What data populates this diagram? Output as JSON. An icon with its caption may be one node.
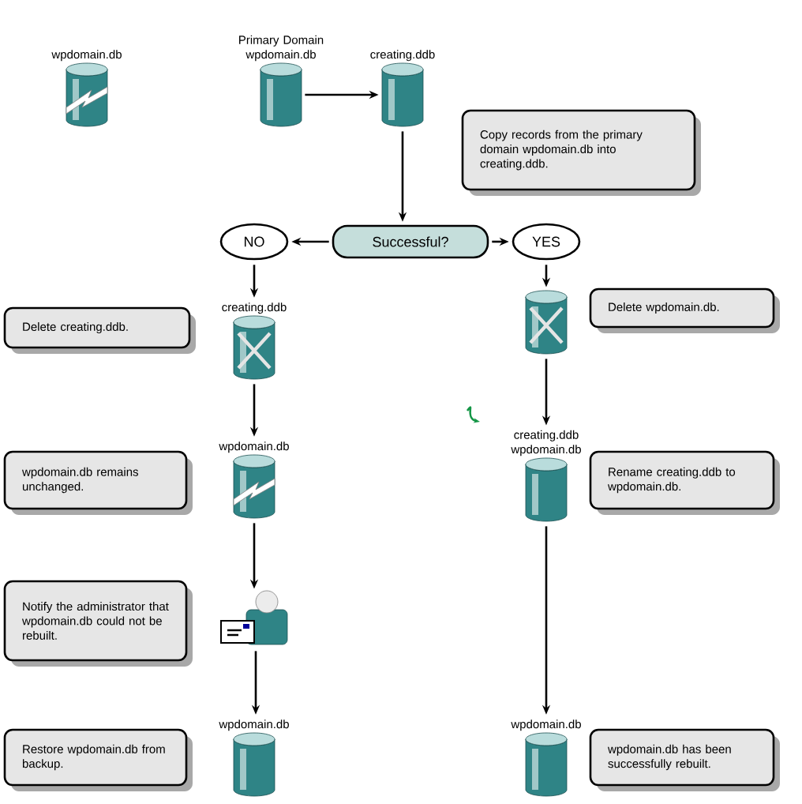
{
  "diagram": {
    "nodes": [
      {
        "text": [
          "wpdomain.db"
        ]
      },
      {
        "text": [
          "Primary Domain wpdomain.db"
        ]
      },
      {
        "text": [
          "creating.ddb"
        ]
      },
      {
        "text": [
          "Copy records from the primary domain wpdomain.db into creating.ddb."
        ]
      },
      {
        "text": [
          "Successful?"
        ]
      },
      {
        "text": [
          "NO"
        ]
      },
      {
        "text": [
          "YES"
        ]
      },
      {
        "text": [
          "creating.ddb"
        ]
      },
      {
        "text": [
          "Delete creating.ddb."
        ]
      },
      {
        "text": [],
        "shape": "cylinder"
      },
      {
        "text": [
          "Delete wpdomain.db."
        ]
      },
      {
        "text": [
          "wpdomain.db"
        ]
      },
      {
        "text": [
          "wpdomain.db remains unchanged."
        ]
      },
      {
        "text": [
          "creating.ddb wpdomain.db"
        ]
      },
      {
        "text": [
          "Rename creating.ddb to wpdomain.db."
        ]
      },
      {
        "text": [],
        "shape": "person"
      },
      {
        "text": [
          "Notify the administrator that wpdomain.db could not be rebuilt."
        ]
      },
      {
        "text": [
          "wpdomain.db"
        ]
      },
      {
        "text": [
          "Restore wpdomain.db from backup."
        ]
      },
      {
        "text": [
          "wpdomain.db"
        ]
      },
      {
        "text": [
          "wpdomain.db has been successfully rebuilt."
        ]
      }
    ],
    "edges": [
      {
        "from": 1,
        "to": 2,
        "arrow": "to"
      },
      {
        "from": 2,
        "to": 4,
        "arrow": "to"
      },
      {
        "from": 4,
        "to": 5,
        "arrow": "to"
      },
      {
        "from": 4,
        "to": 6,
        "arrow": "to"
      },
      {
        "from": 5,
        "to": 7,
        "arrow": "to"
      },
      {
        "from": 7,
        "to": 11,
        "arrow": "to"
      },
      {
        "from": 11,
        "to": 15,
        "arrow": "to"
      },
      {
        "from": 15,
        "to": 17,
        "arrow": "to"
      },
      {
        "from": 6,
        "to": 9,
        "arrow": "to"
      },
      {
        "from": 9,
        "to": 13,
        "arrow": "to"
      },
      {
        "from": 13,
        "to": 19,
        "arrow": "to"
      }
    ]
  }
}
